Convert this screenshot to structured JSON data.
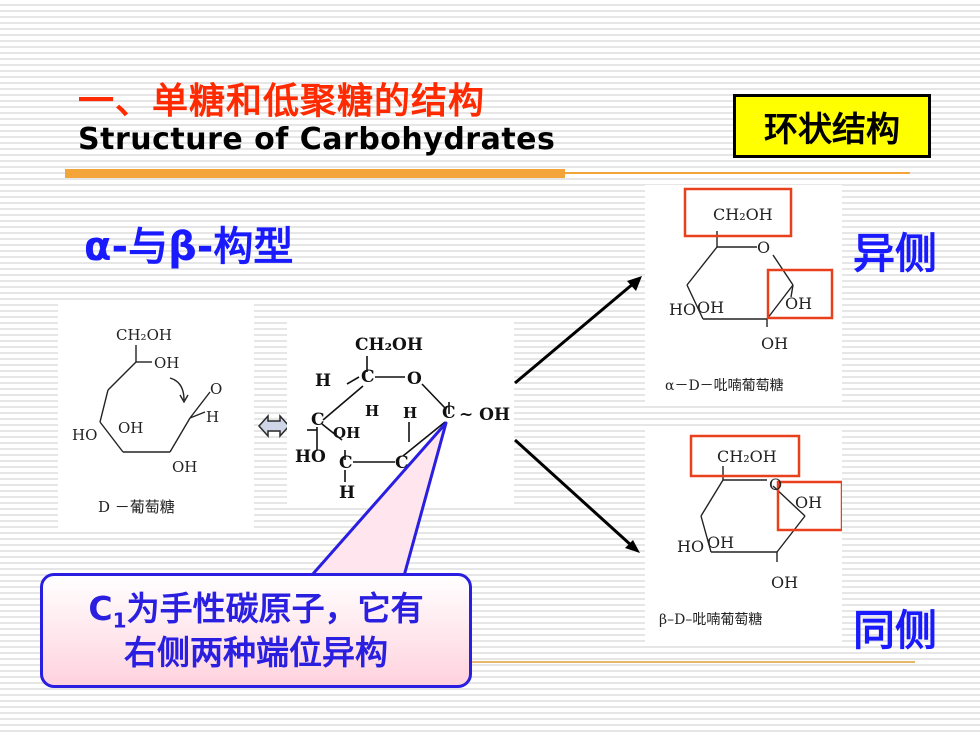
{
  "header": {
    "title_cn": "一、单糖和低聚糖的结构",
    "title_en": "Structure of Carbohydrates",
    "badge": "环状结构"
  },
  "subtitle": "α-与β-构型",
  "labels": {
    "alt_side": "异侧",
    "same_side": "同侧"
  },
  "callout": {
    "line1_pre": "C",
    "line1_sub": "1",
    "line1_post": "为手性碳原子，它有",
    "line2": "右侧两种端位异构"
  },
  "open_chain": {
    "ch2oh": "CH₂OH",
    "oh_top": "OH",
    "o": "O",
    "h": "H",
    "ho": "HO",
    "oh_mid": "OH",
    "oh_bottom": "OH",
    "caption": "D －葡萄糖"
  },
  "intermediate": {
    "ch2oh": "CH₂OH",
    "h1": "H",
    "c1": "C",
    "o": "O",
    "h2": "H",
    "h3": "H",
    "c2": "C",
    "oh_right": "~ OH",
    "c3": "C",
    "oh": "OH",
    "ho": "HO",
    "c4": "C",
    "c5": "C",
    "h4": "H"
  },
  "alpha": {
    "ch2oh": "CH₂OH",
    "o": "O",
    "ho": "HO",
    "oh_mid": "OH",
    "oh_c1": "OH",
    "oh_bottom": "OH",
    "caption": "α－D－吡喃葡萄糖"
  },
  "beta": {
    "ch2oh": "CH₂OH",
    "o": "O",
    "oh_c1": "OH",
    "ho": "HO",
    "oh_mid": "OH",
    "oh_bottom": "OH",
    "caption": "β–D–吡喃葡萄糖"
  },
  "colors": {
    "title_red": "#ff2a00",
    "accent_blue": "#1a1aff",
    "highlight_red": "#e8401c",
    "orange_rule": "#f3a53a",
    "badge_yellow": "#ffff00"
  }
}
